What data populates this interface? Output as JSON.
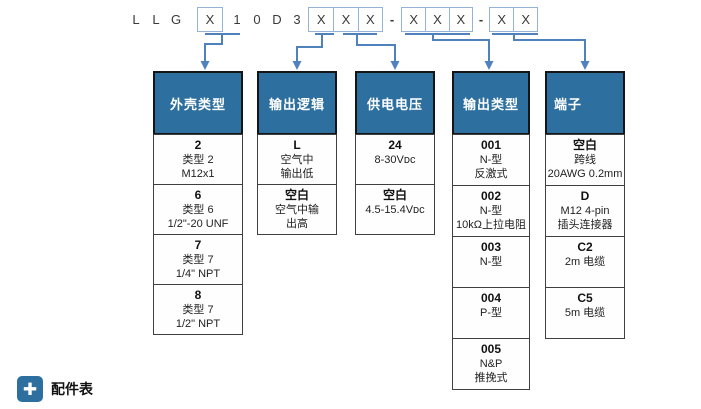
{
  "code": {
    "segments": [
      {
        "type": "text",
        "chars": [
          "L",
          "L",
          "G"
        ]
      },
      {
        "type": "boxed",
        "chars": [
          "X"
        ]
      },
      {
        "type": "text",
        "chars": [
          "1",
          "0",
          "D",
          "3"
        ]
      },
      {
        "type": "boxed",
        "chars": [
          "X",
          "X",
          "X"
        ]
      },
      {
        "type": "dash",
        "label": "-"
      },
      {
        "type": "boxed",
        "chars": [
          "X",
          "X",
          "X"
        ]
      },
      {
        "type": "dash",
        "label": "-"
      },
      {
        "type": "boxed",
        "chars": [
          "X",
          "X"
        ]
      }
    ]
  },
  "columns": [
    {
      "header": "外壳类型",
      "options": [
        {
          "code": "2",
          "lines": [
            "类型 2",
            "M12x1"
          ]
        },
        {
          "code": "6",
          "lines": [
            "类型 6",
            "1/2\"-20 UNF"
          ]
        },
        {
          "code": "7",
          "lines": [
            "类型 7",
            "1/4\" NPT"
          ]
        },
        {
          "code": "8",
          "lines": [
            "类型 7",
            "1/2\" NPT"
          ]
        }
      ]
    },
    {
      "header": "输出逻辑",
      "options": [
        {
          "code": "L",
          "lines": [
            "空气中",
            "输出低"
          ]
        },
        {
          "code": "空白",
          "lines": [
            "空气中输",
            "出高"
          ]
        }
      ]
    },
    {
      "header": "供电电压",
      "options": [
        {
          "code": "24",
          "lines": [
            "8-30Vᴅᴄ"
          ]
        },
        {
          "code": "空白",
          "lines": [
            "4.5-15.4Vᴅᴄ"
          ]
        }
      ]
    },
    {
      "header": "输出类型",
      "options": [
        {
          "code": "001",
          "lines": [
            "N-型",
            "反激式"
          ]
        },
        {
          "code": "002",
          "lines": [
            "N-型",
            "10kΩ上拉电阻"
          ]
        },
        {
          "code": "003",
          "lines": [
            "N-型"
          ]
        },
        {
          "code": "004",
          "lines": [
            "P-型"
          ]
        },
        {
          "code": "005",
          "lines": [
            "N&P",
            "推挽式"
          ]
        }
      ]
    },
    {
      "header": "端子",
      "options": [
        {
          "code": "空白",
          "lines": [
            "跨线",
            "20AWG 0.2mm"
          ]
        },
        {
          "code": "D",
          "lines": [
            "M12 4-pin",
            "插头连接器"
          ]
        },
        {
          "code": "C2",
          "lines": [
            "2m 电缆"
          ]
        },
        {
          "code": "C5",
          "lines": [
            "5m 电缆"
          ]
        }
      ]
    }
  ],
  "footer": {
    "plus_icon": "✚",
    "label": "配件表"
  },
  "colors": {
    "header_bg": "#2d6f9e",
    "connector": "#4f81bd",
    "box_border": "#95b3d7",
    "cell_border": "#3f3f3f"
  }
}
